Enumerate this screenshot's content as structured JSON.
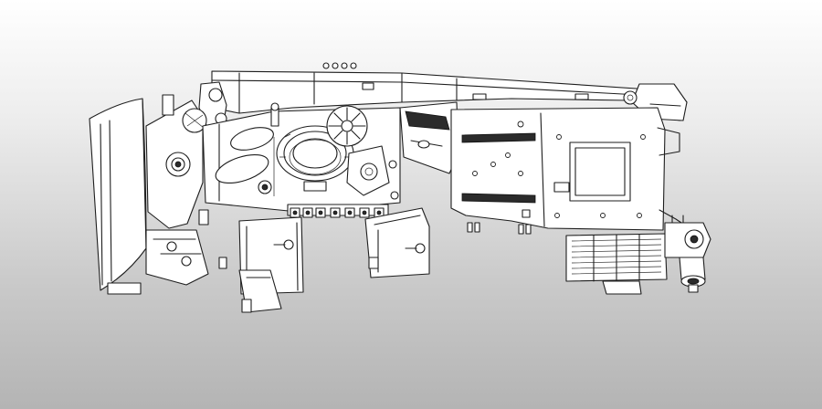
{
  "viewer": {
    "background_top": "#ffffff",
    "background_bottom": "#b4b4b4",
    "line_color": "#1e1e1e"
  },
  "model": {
    "style": "wireframe-line-drawing",
    "parts": [
      "crane-boom",
      "front-plate",
      "hinge-bracket",
      "turret-ring",
      "hatch-disc",
      "left-side-plate",
      "vent-grille",
      "drive-motor",
      "angled-hatch",
      "left-bin",
      "right-bin",
      "connector-rail",
      "rear-deck-panel"
    ]
  }
}
